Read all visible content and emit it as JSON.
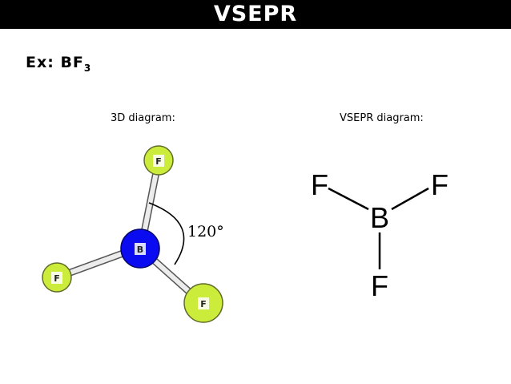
{
  "header": {
    "title": "VSEPR"
  },
  "example": {
    "prefix": "Ex: BF",
    "subscript": "3"
  },
  "diagram3d": {
    "caption": "3D diagram:",
    "central_atom": "B",
    "ligand_atom": "F",
    "angle_label": "120°",
    "colors": {
      "central": "#0b0bf2",
      "ligand": "#ccec3c",
      "bond": "#d9d9d9"
    }
  },
  "vsepr_diagram": {
    "caption": "VSEPR diagram:",
    "central_atom": "B",
    "ligand_left": "F",
    "ligand_right": "F",
    "ligand_bottom": "F"
  }
}
